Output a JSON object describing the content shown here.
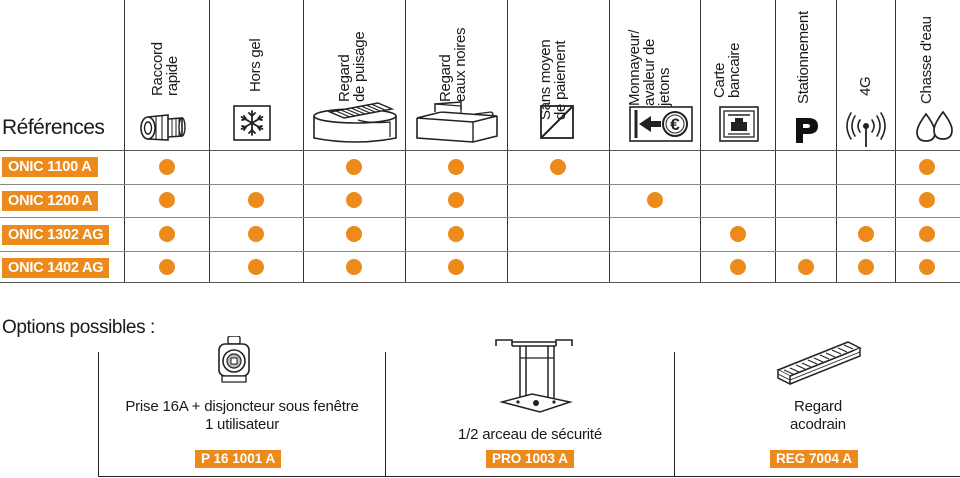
{
  "table": {
    "ref_title": "Références",
    "columns": [
      {
        "key": "raccord",
        "label": "Raccord\nrapide",
        "icon": "quick-connector-icon"
      },
      {
        "key": "hors_gel",
        "label": "Hors gel",
        "icon": "snowflake-icon"
      },
      {
        "key": "regard_puisage",
        "label": "Regard\nde puisage",
        "icon": "drawing-manhole-icon"
      },
      {
        "key": "regard_eaux",
        "label": "Regard\neaux noires",
        "icon": "blackwater-manhole-icon"
      },
      {
        "key": "sans_paiement",
        "label": "Sans moyen\nde paiement",
        "icon": "no-payment-icon"
      },
      {
        "key": "monnayeur",
        "label": "Monnayeur/\navaleur de\njetons",
        "icon": "coin-acceptor-icon"
      },
      {
        "key": "carte",
        "label": "Carte\nbancaire",
        "icon": "bank-card-icon"
      },
      {
        "key": "stationnement",
        "label": "Stationnement",
        "icon": "parking-icon"
      },
      {
        "key": "4g",
        "label": "4G",
        "icon": "antenna-signal-icon"
      },
      {
        "key": "chasse",
        "label": "Chasse d'eau",
        "icon": "water-drops-icon"
      }
    ],
    "rows": [
      {
        "ref": "ONIC 1100 A",
        "features": [
          true,
          false,
          true,
          true,
          true,
          false,
          false,
          false,
          false,
          true
        ]
      },
      {
        "ref": "ONIC 1200 A",
        "features": [
          true,
          true,
          true,
          true,
          false,
          true,
          false,
          false,
          false,
          true
        ]
      },
      {
        "ref": "ONIC 1302 AG",
        "features": [
          true,
          true,
          true,
          true,
          false,
          false,
          true,
          false,
          true,
          true
        ]
      },
      {
        "ref": "ONIC 1402 AG",
        "features": [
          true,
          true,
          true,
          true,
          false,
          false,
          true,
          true,
          true,
          true
        ]
      }
    ]
  },
  "options": {
    "title": "Options possibles :",
    "items": [
      {
        "text1": "Prise 16A + disjoncteur sous fenêtre",
        "text2": "1 utilisateur",
        "ref": "P 16 1001 A",
        "icon": "power-socket-icon"
      },
      {
        "text1": "1/2 arceau de  sécurité",
        "text2": "",
        "ref": "PRO 1003 A",
        "icon": "safety-arch-icon"
      },
      {
        "text1": "Regard",
        "text2": "acodrain",
        "ref": "REG 7004 A",
        "icon": "drain-grate-icon"
      }
    ]
  },
  "colors": {
    "accent": "#ec8a1c",
    "text": "#1a1a1a"
  }
}
